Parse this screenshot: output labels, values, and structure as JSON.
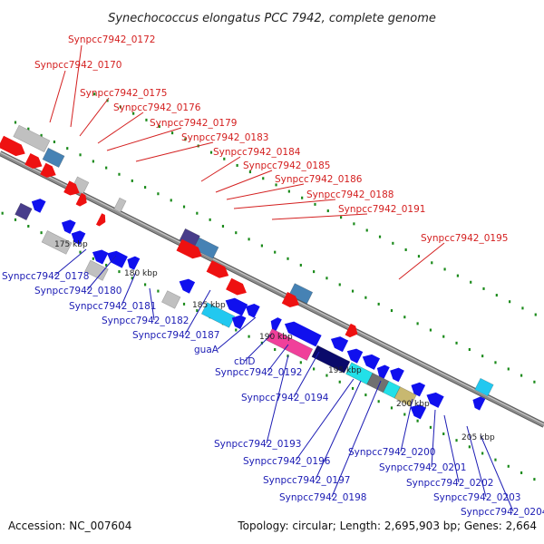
{
  "title": "Synechococcus elongatus PCC 7942, complete genome",
  "accession": "Accession: NC_007604",
  "summary": "Topology: circular; Length: 2,695,903 bp; Genes: 2,664",
  "colors": {
    "forward_label": "#d42020",
    "reverse_label": "#1c1cb4",
    "backbone": "#8c8c8c",
    "tick": "#1a8a1a"
  },
  "scale_labels": [
    "175 kbp",
    "180 kbp",
    "185 kbp",
    "190 kbp",
    "195 kbp",
    "200 kbp",
    "205 kbp"
  ],
  "forward_labels": [
    "Synpcc7942_0172",
    "Synpcc7942_0170",
    "Synpcc7942_0175",
    "Synpcc7942_0176",
    "Synpcc7942_0179",
    "Synpcc7942_0183",
    "Synpcc7942_0184",
    "Synpcc7942_0185",
    "Synpcc7942_0186",
    "Synpcc7942_0188",
    "Synpcc7942_0191",
    "Synpcc7942_0195"
  ],
  "reverse_labels": [
    "Synpcc7942_0178",
    "Synpcc7942_0180",
    "Synpcc7942_0181",
    "Synpcc7942_0182",
    "Synpcc7942_0187",
    "guaA",
    "cbiD",
    "Synpcc7942_0192",
    "Synpcc7942_0194",
    "Synpcc7942_0193",
    "Synpcc7942_0196",
    "Synpcc7942_0197",
    "Synpcc7942_0198",
    "Synpcc7942_0200",
    "Synpcc7942_0201",
    "Synpcc7942_0202",
    "Synpcc7942_0203",
    "Synpcc7942_0204"
  ]
}
